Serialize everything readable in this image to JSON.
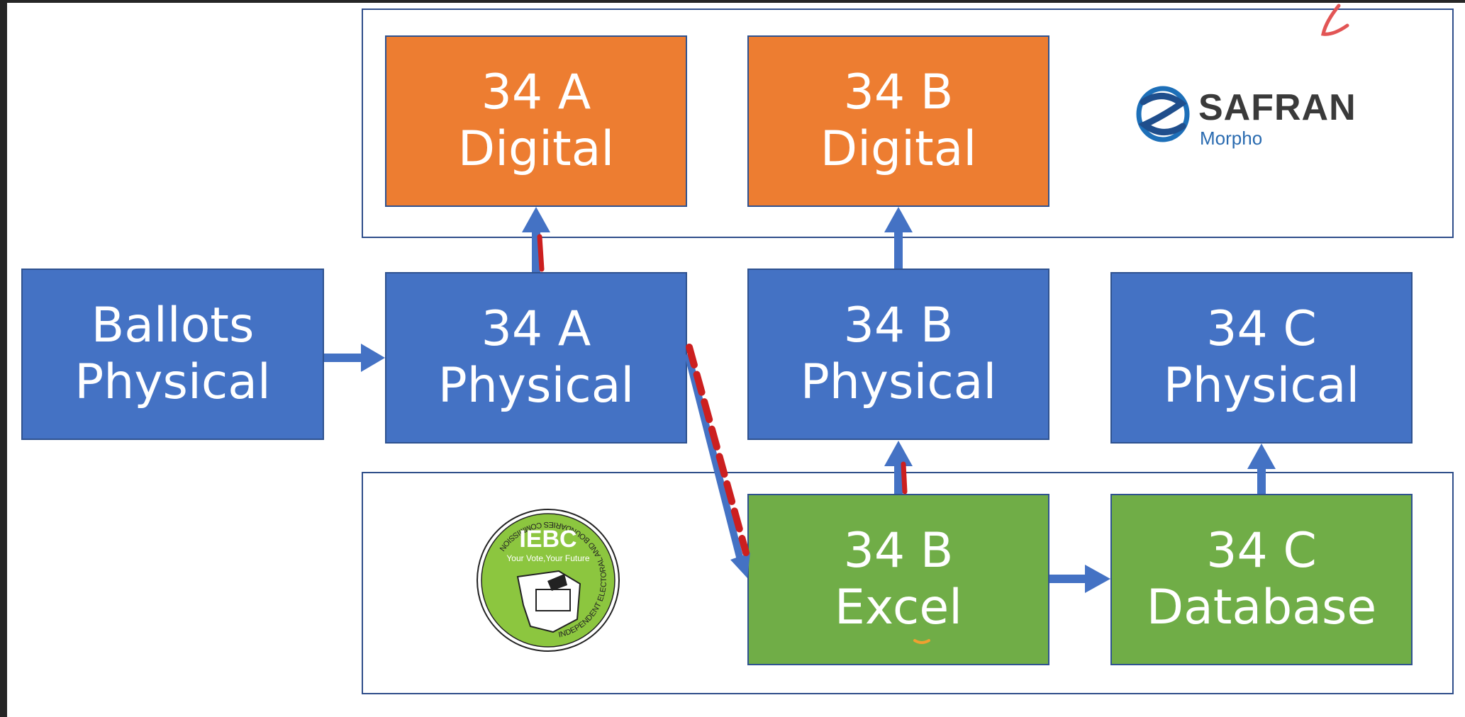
{
  "nodes": {
    "a_digital": {
      "line1": "34 A",
      "line2": "Digital"
    },
    "b_digital": {
      "line1": "34 B",
      "line2": "Digital"
    },
    "ballots_physical": {
      "line1": "Ballots",
      "line2": "Physical"
    },
    "a_physical": {
      "line1": "34 A",
      "line2": "Physical"
    },
    "b_physical": {
      "line1": "34 B",
      "line2": "Physical"
    },
    "c_physical": {
      "line1": "34 C",
      "line2": "Physical"
    },
    "b_excel": {
      "line1": "34 B",
      "line2": "Excel"
    },
    "c_database": {
      "line1": "34 C",
      "line2": "Database"
    }
  },
  "logos": {
    "safran": {
      "name": "SAFRAN",
      "sub": "Morpho"
    },
    "iebc": {
      "name": "IEBC",
      "tagline": "Your Vote,Your Future",
      "ring_text": "INDEPENDENT ELECTORAL AND BOUNDARIES COMMISSION"
    }
  },
  "colors": {
    "digital": "#ed7d31",
    "physical": "#4472c4",
    "electronic": "#70ad47",
    "arrow": "#4472c4",
    "annotation": "#cc1f1f"
  }
}
